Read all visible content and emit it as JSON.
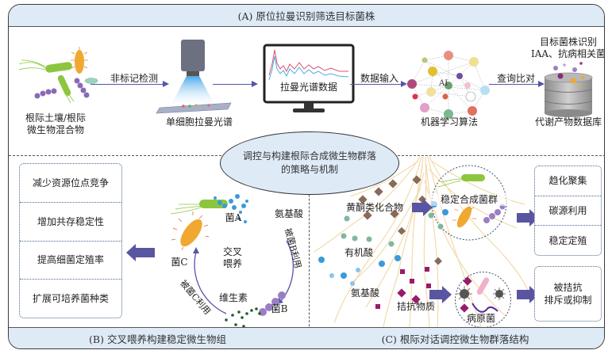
{
  "panel_a": {
    "header": "(A) 原位拉曼识别筛选目标菌株",
    "sample_label_line1": "根际土壤/根际",
    "sample_label_line2": "微生物混合物",
    "arrow1_label": "非标记检测",
    "raman_label": "单细胞拉曼光谱",
    "monitor_label": "拉曼光谱数据",
    "arrow3_label": "数据输入",
    "ai_text": "AI",
    "ml_label": "机器学习算法",
    "arrow4_label": "查询比对",
    "target_line1": "目标菌株识别",
    "target_line2": "IAA、抗病相关菌",
    "db_label": "代谢产物数据库"
  },
  "center": {
    "line1": "调控与构建根际合成微生物群落",
    "line2": "的策略与机制"
  },
  "panel_b": {
    "header": "(B) 交叉喂养构建稳定微生物组",
    "benefits": [
      "减少资源位点竞争",
      "增加共存稳定性",
      "提高细菌定殖率",
      "扩展可培养菌种类"
    ],
    "bacterium_a": "菌A",
    "bacterium_b": "菌B",
    "bacterium_c": "菌C",
    "amino_acid": "氨基酸",
    "vitamin": "维生素",
    "cycle_center_line1": "交叉",
    "cycle_center_line2": "喂养",
    "used_by_b": "被菌B利用",
    "used_by_c": "被菌C利用"
  },
  "panel_c": {
    "header": "(C) 根际对话调控微生物群落结构",
    "flavonoids": "黄酮类化合物",
    "organic_acids": "有机酸",
    "amino_acids": "氨基酸",
    "antagonists": "拮抗物质",
    "stable_community": "稳定合成菌群",
    "pathogen": "病原菌",
    "effects_stable": [
      "趋化聚集",
      "碳源利用",
      "稳定定殖"
    ],
    "effects_pathogen_line1": "被拮抗",
    "effects_pathogen_line2": "排斥或抑制"
  },
  "colors": {
    "header_bg": "#dfeaf7",
    "arrow": "#5555aa",
    "fat_arrow": "#5a55a0",
    "root": "#f2d9a8",
    "bacterium_green": "#8cc63f",
    "bacterium_orange": "#f0a830",
    "bacterium_purple": "#9b7fc4",
    "amino_blue": "#3a9ad9",
    "flavonoid_brown": "#8a6a5a",
    "organic_acid_green": "#7fb89a",
    "antagonist_magenta": "#9a1a6a",
    "vitamin_dark_green": "#2a5a2a"
  }
}
